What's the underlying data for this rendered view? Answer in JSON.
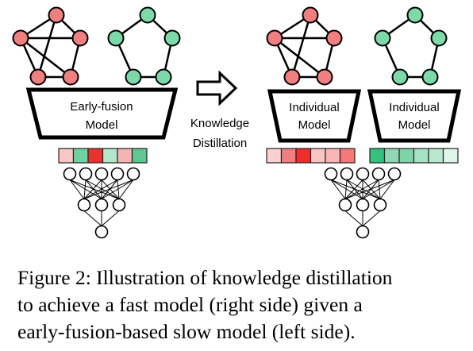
{
  "left": {
    "model_label": [
      "Early-fusion",
      "Model"
    ],
    "embedding_colors": [
      "#f9c7c7",
      "#6fd1a0",
      "#e8332f",
      "#b4e6cb",
      "#f6b3b3",
      "#5ec793"
    ]
  },
  "arrow": {
    "label": [
      "Knowledge",
      "Distillation"
    ]
  },
  "right": {
    "model_a_label": [
      "Individual",
      "Model"
    ],
    "model_b_label": [
      "Individual",
      "Model"
    ],
    "embedding_a_colors": [
      "#fbd0d0",
      "#f07e7e",
      "#ee2e2b",
      "#f9c4c4",
      "#fab6b6",
      "#f47979"
    ],
    "embedding_b_colors": [
      "#35c07e",
      "#8dd8b3",
      "#7fd3a9",
      "#a8e2c4",
      "#b9e8cf",
      "#dff5e9"
    ]
  },
  "colors": {
    "red_node": "#f07f7f",
    "green_node": "#7ed9a8"
  },
  "caption": [
    "Figure 2: Illustration of knowledge distillation",
    "to achieve a fast model (right side) given a",
    "early-fusion-based slow model (left side)."
  ]
}
